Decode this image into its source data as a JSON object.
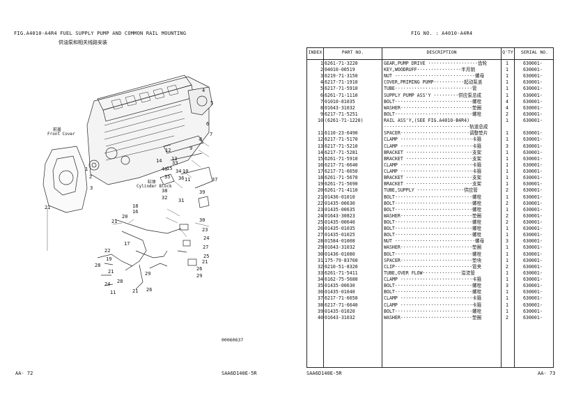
{
  "left_page": {
    "title": "FIG.A4010-A4R4 FUEL SUPPLY PUMP AND COMMON RAIL MOUNTING",
    "subtitle_cn": "供油泵和相关线路安装",
    "labels": {
      "front_cover_cn": "前盖",
      "front_cover": "Front Cover",
      "cylinder_block_cn": "缸体",
      "cylinder_block": "Cylinder Block",
      "drawing_no": "00060637"
    },
    "footer_page": "AA- 72",
    "footer_model": "SAA6D140E-5R"
  },
  "right_page": {
    "fig_no": "FIG NO. : A4010-A4R4",
    "columns": [
      "INDEX",
      "PART NO.",
      "DESCRIPTION",
      "Q'TY",
      "SERIAL NO."
    ],
    "rows": [
      {
        "idx": "1",
        "pn": "6261-71-3220",
        "desc": "GEAR,PUMP DRIVE ··················齿轮",
        "qty": "1",
        "ser": "630001-"
      },
      {
        "idx": "2",
        "pn": "04010-00519",
        "desc": "KEY,WOODRUFF················半月销",
        "qty": "1",
        "ser": "630001-"
      },
      {
        "idx": "3",
        "pn": "6219-71-3150",
        "desc": "NUT ·····························螺母",
        "qty": "1",
        "ser": "630001-"
      },
      {
        "idx": "4",
        "pn": "6217-71-1910",
        "desc": "COVER,PRIMING PUMP···········起动泵盖",
        "qty": "1",
        "ser": "630001-"
      },
      {
        "idx": "5",
        "pn": "6217-71-5910",
        "desc": "TUBE····························管",
        "qty": "1",
        "ser": "630001-"
      },
      {
        "idx": "6",
        "pn": "6261-71-1110",
        "desc": "SUPPLY PUMP ASS'Y ·········供应泵总成",
        "qty": "1",
        "ser": "630001-"
      },
      {
        "idx": "7",
        "pn": "01010-81035",
        "desc": "BOLT····························螺栓",
        "qty": "4",
        "ser": "630001-"
      },
      {
        "idx": "8",
        "pn": "01643-31032",
        "desc": "WASHER··························垫圈",
        "qty": "4",
        "ser": "630001-"
      },
      {
        "idx": "9",
        "pn": "6217-71-5251",
        "desc": "BOLT····························螺栓",
        "qty": "2",
        "ser": "630001-"
      },
      {
        "idx": "10",
        "pn": "(6261-71-1220)",
        "desc": "RAIL ASS'Y,(SEE FIG.A4010-B4R4)",
        "qty": "1",
        "ser": "630001-"
      },
      {
        "idx": "",
        "pn": "",
        "desc": "·······························轨道总成",
        "qty": "",
        "ser": ""
      },
      {
        "idx": "11",
        "pn": "6110-23-6490",
        "desc": "SPACER·························调整垫片",
        "qty": "1",
        "ser": "630001-"
      },
      {
        "idx": "12",
        "pn": "6217-71-5170",
        "desc": "CLAMP ··························卡箍",
        "qty": "1",
        "ser": "630001-"
      },
      {
        "idx": "13",
        "pn": "6217-71-5210",
        "desc": "CLAMP ··························卡箍",
        "qty": "3",
        "ser": "630001-"
      },
      {
        "idx": "14",
        "pn": "6217-71-5281",
        "desc": "BRACKET ························支架",
        "qty": "1",
        "ser": "630001-"
      },
      {
        "idx": "15",
        "pn": "6261-71-5910",
        "desc": "BRACKET ························支架",
        "qty": "1",
        "ser": "630001-"
      },
      {
        "idx": "16",
        "pn": "6217-71-6640",
        "desc": "CLAMP ··························卡箍",
        "qty": "1",
        "ser": "630001-"
      },
      {
        "idx": "17",
        "pn": "6217-71-6650",
        "desc": "CLAMP ··························卡箍",
        "qty": "1",
        "ser": "630001-"
      },
      {
        "idx": "18",
        "pn": "6261-71-5670",
        "desc": "BRACKET ························支架",
        "qty": "1",
        "ser": "630001-"
      },
      {
        "idx": "19",
        "pn": "6261-71-5690",
        "desc": "BRACKET ························支架",
        "qty": "1",
        "ser": "630001-"
      },
      {
        "idx": "20",
        "pn": "6261-71-4110",
        "desc": "TUBE,SUPPLY ·················供应管",
        "qty": "2",
        "ser": "630001-"
      },
      {
        "idx": "21",
        "pn": "01436-01010",
        "desc": "BOLT····························螺栓",
        "qty": "1",
        "ser": "630001-"
      },
      {
        "idx": "22",
        "pn": "01435-00630",
        "desc": "BOLT····························螺栓",
        "qty": "2",
        "ser": "630001-"
      },
      {
        "idx": "23",
        "pn": "01435-00635",
        "desc": "BOLT····························螺栓",
        "qty": "1",
        "ser": "630001-"
      },
      {
        "idx": "24",
        "pn": "01643-30823",
        "desc": "WASHER··························垫圈",
        "qty": "2",
        "ser": "630001-"
      },
      {
        "idx": "25",
        "pn": "01435-00640",
        "desc": "BOLT····························螺栓",
        "qty": "2",
        "ser": "630001-"
      },
      {
        "idx": "26",
        "pn": "01435-01035",
        "desc": "BOLT····························螺栓",
        "qty": "1",
        "ser": "630001-"
      },
      {
        "idx": "27",
        "pn": "01435-01025",
        "desc": "BOLT····························螺栓",
        "qty": "1",
        "ser": "630001-"
      },
      {
        "idx": "28",
        "pn": "01584-01008",
        "desc": "NUT ·····························螺母",
        "qty": "3",
        "ser": "630001-"
      },
      {
        "idx": "29",
        "pn": "01643-31032",
        "desc": "WASHER··························垫圈",
        "qty": "1",
        "ser": "630001-"
      },
      {
        "idx": "30",
        "pn": "01436-01080",
        "desc": "BOLT····························螺栓",
        "qty": "1",
        "ser": "630001-"
      },
      {
        "idx": "31",
        "pn": "175-79-83760",
        "desc": "SPACER··························垫块",
        "qty": "1",
        "ser": "630001-"
      },
      {
        "idx": "32",
        "pn": "6210-51-8320",
        "desc": "CLIP····························管夹",
        "qty": "2",
        "ser": "630001-"
      },
      {
        "idx": "33",
        "pn": "6261-71-5411",
        "desc": "TUBE,OVER FLOW··············溢流管",
        "qty": "1",
        "ser": "630001-"
      },
      {
        "idx": "34",
        "pn": "6162-75-5680",
        "desc": "CLAMP ··························卡箍",
        "qty": "1",
        "ser": "630001-"
      },
      {
        "idx": "35",
        "pn": "01435-00630",
        "desc": "BOLT····························螺栓",
        "qty": "3",
        "ser": "630001-"
      },
      {
        "idx": "36",
        "pn": "01435-01040",
        "desc": "BOLT····························螺栓",
        "qty": "1",
        "ser": "630001-"
      },
      {
        "idx": "37",
        "pn": "6217-71-6650",
        "desc": "CLAMP ··························卡箍",
        "qty": "1",
        "ser": "630001-"
      },
      {
        "idx": "38",
        "pn": "6217-71-6640",
        "desc": "CLAMP ··························卡箍",
        "qty": "1",
        "ser": "630001-"
      },
      {
        "idx": "39",
        "pn": "01435-01020",
        "desc": "BOLT····························螺栓",
        "qty": "1",
        "ser": "630001-"
      },
      {
        "idx": "40",
        "pn": "01643-31032",
        "desc": "WASHER··························垫圈",
        "qty": "2",
        "ser": "630001-"
      }
    ],
    "footer_model": "SAA6D140E-5R",
    "footer_page": "AA- 73"
  }
}
